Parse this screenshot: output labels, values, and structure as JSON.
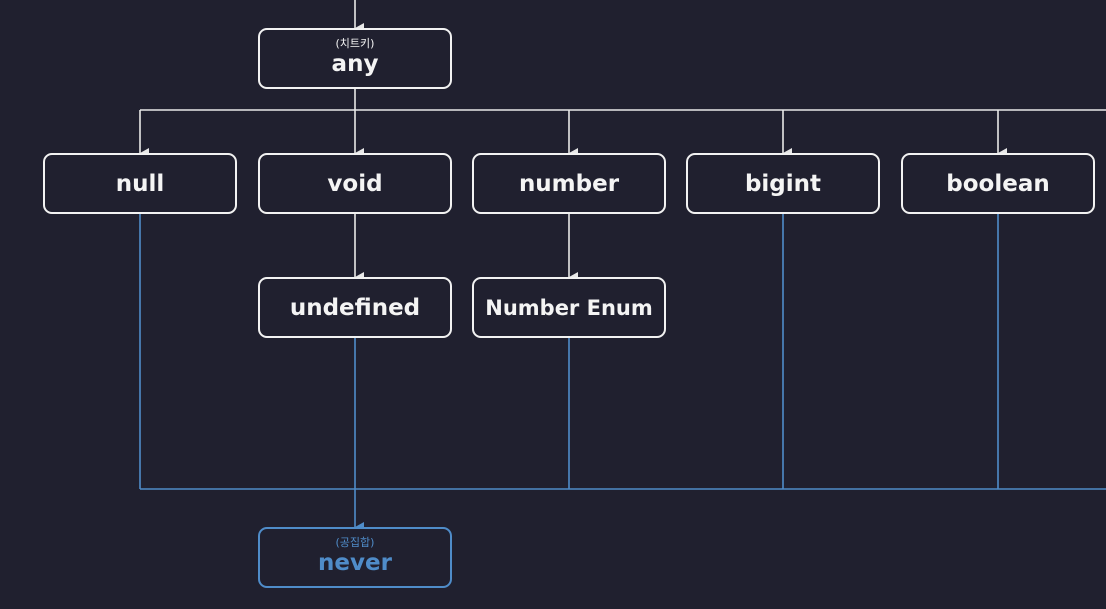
{
  "diagram": {
    "top": {
      "label": "any",
      "sublabel": "(치트키)"
    },
    "primitives": [
      {
        "label": "null"
      },
      {
        "label": "void"
      },
      {
        "label": "number"
      },
      {
        "label": "bigint"
      },
      {
        "label": "boolean"
      }
    ],
    "subtypes": [
      {
        "label": "undefined",
        "parent": "void"
      },
      {
        "label": "Number Enum",
        "parent": "number"
      }
    ],
    "bottom": {
      "label": "never",
      "sublabel": "(공집합)"
    },
    "colors": {
      "background": "#20202f",
      "node_border": "#f2f2f2",
      "text": "#f4f4f4",
      "connector": "#e8e8e8",
      "never_connector": "#4f8cc9"
    }
  }
}
